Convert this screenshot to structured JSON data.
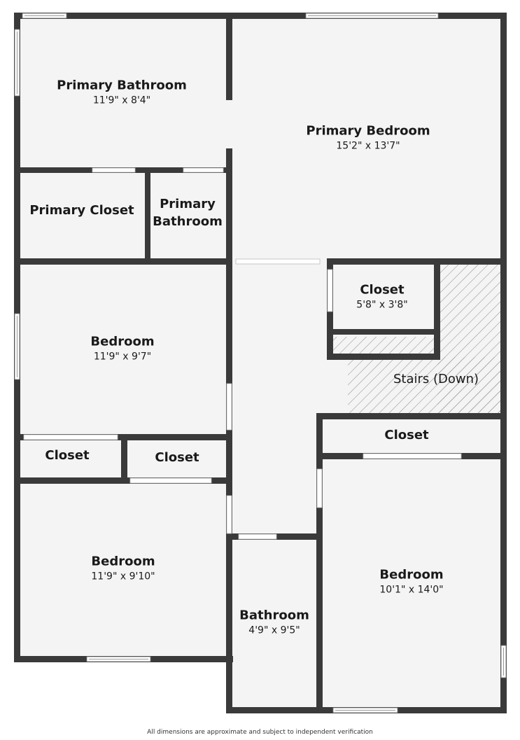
{
  "rooms": {
    "primary_bath_1": {
      "name": "Primary Bathroom",
      "dim": "11'9\" x 8'4\""
    },
    "primary_bedroom": {
      "name": "Primary Bedroom",
      "dim": "15'2\" x 13'7\""
    },
    "primary_closet": {
      "name": "Primary Closet"
    },
    "primary_bath_2": {
      "name": "Primary\nBathroom"
    },
    "closet_center": {
      "name": "Closet",
      "dim": "5'8\" x 3'8\""
    },
    "stairs": {
      "name": "Stairs (Down)"
    },
    "bedroom_mid_left": {
      "name": "Bedroom",
      "dim": "11'9\" x 9'7\""
    },
    "closet_left_a": {
      "name": "Closet"
    },
    "closet_left_b": {
      "name": "Closet"
    },
    "closet_right": {
      "name": "Closet"
    },
    "bedroom_bottom_left": {
      "name": "Bedroom",
      "dim": "11'9\" x 9'10\""
    },
    "bathroom": {
      "name": "Bathroom",
      "dim": "4'9\" x 9'5\""
    },
    "bedroom_right": {
      "name": "Bedroom",
      "dim": "10'1\" x 14'0\""
    }
  },
  "footer": "All dimensions are approximate and subject to independent verification",
  "colors": {
    "wall": "#3a3a3a",
    "floor": "#f4f4f4",
    "opening": "#ffffff",
    "hatch": "#9a9a9a"
  }
}
